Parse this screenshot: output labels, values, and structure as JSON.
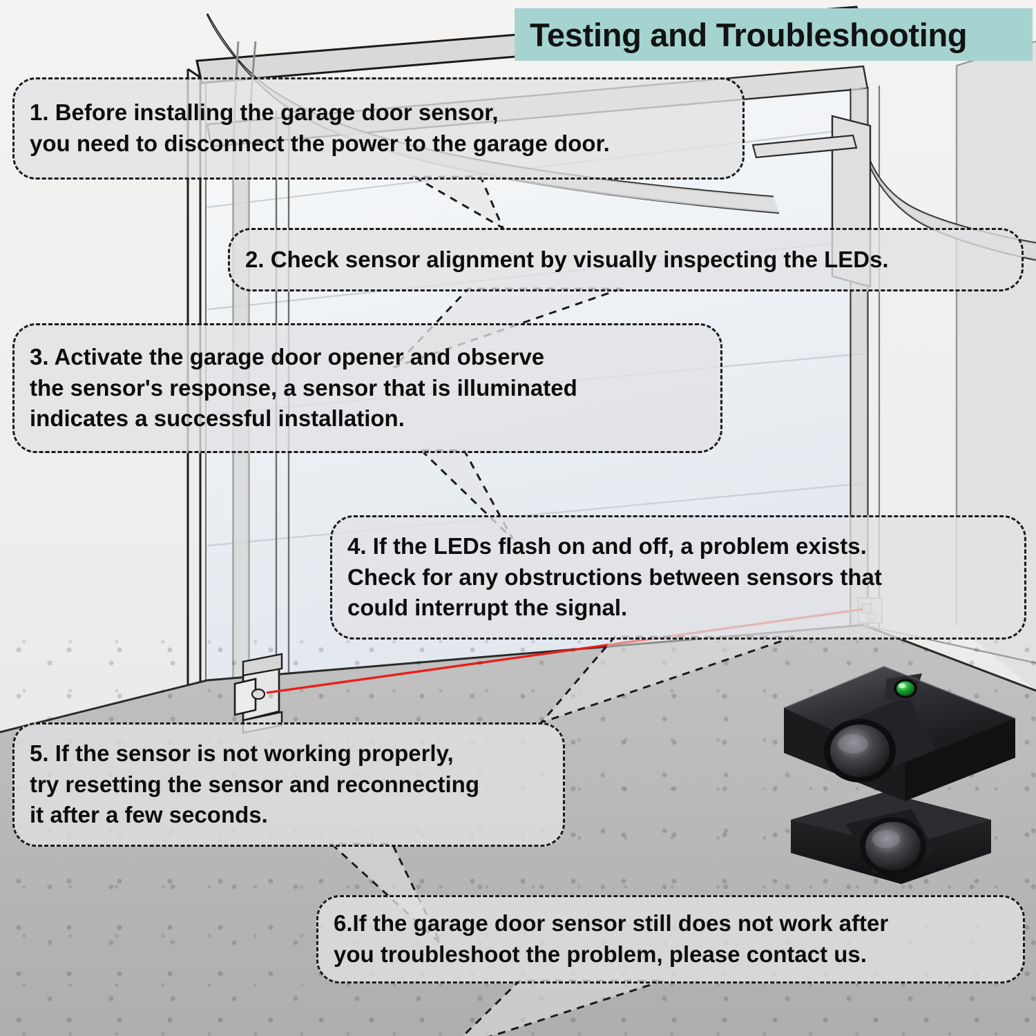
{
  "header": {
    "title": "Testing and Troubleshooting",
    "banner_color": "#a5d4d0"
  },
  "background": {
    "scene_name": "garage-door-line-drawing",
    "wall_color": "#f1f0ee",
    "floor_color": "#b6b6b6",
    "beam_color": "#e81f19"
  },
  "callouts": [
    {
      "id": 1,
      "lines": [
        "1. Before installing the garage door sensor,",
        "you need to disconnect the power to the garage door."
      ]
    },
    {
      "id": 2,
      "lines": [
        "2. Check sensor alignment by visually inspecting the LEDs."
      ]
    },
    {
      "id": 3,
      "lines": [
        "3. Activate the garage door opener and observe",
        "the sensor's response, a sensor that is illuminated",
        "indicates a successful installation."
      ]
    },
    {
      "id": 4,
      "lines": [
        "4. If the LEDs flash on and off, a problem exists.",
        "Check for any obstructions between sensors that",
        "could interrupt the signal."
      ]
    },
    {
      "id": 5,
      "lines": [
        "5. If the sensor is not working properly,",
        "try resetting the sensor and reconnecting",
        "it after a few seconds."
      ]
    },
    {
      "id": 6,
      "lines": [
        "6.If the garage door sensor still does not work after",
        "you troubleshoot the problem, please contact us."
      ]
    }
  ],
  "product": {
    "name": "garage-door-safety-sensor-pair",
    "body_color": "#18181a",
    "led_color": "#1e9e2e"
  }
}
